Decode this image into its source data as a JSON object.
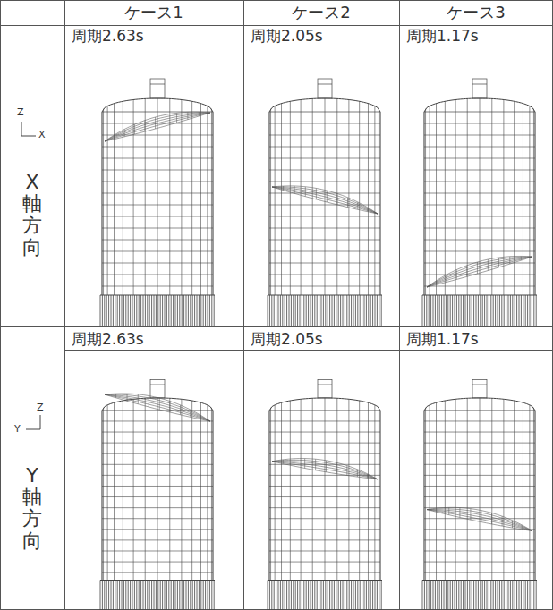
{
  "diagram": {
    "labels": [
      "ケース1",
      "ケース2",
      "ケース3",
      "周期2.63s",
      "周期2.05s",
      "周期1.17s",
      "Z",
      "X",
      "X軸方向",
      "周期2.63s",
      "周期2.05s",
      "周期1.17s",
      "Z",
      "Y",
      "Y軸方向"
    ]
  }
}
